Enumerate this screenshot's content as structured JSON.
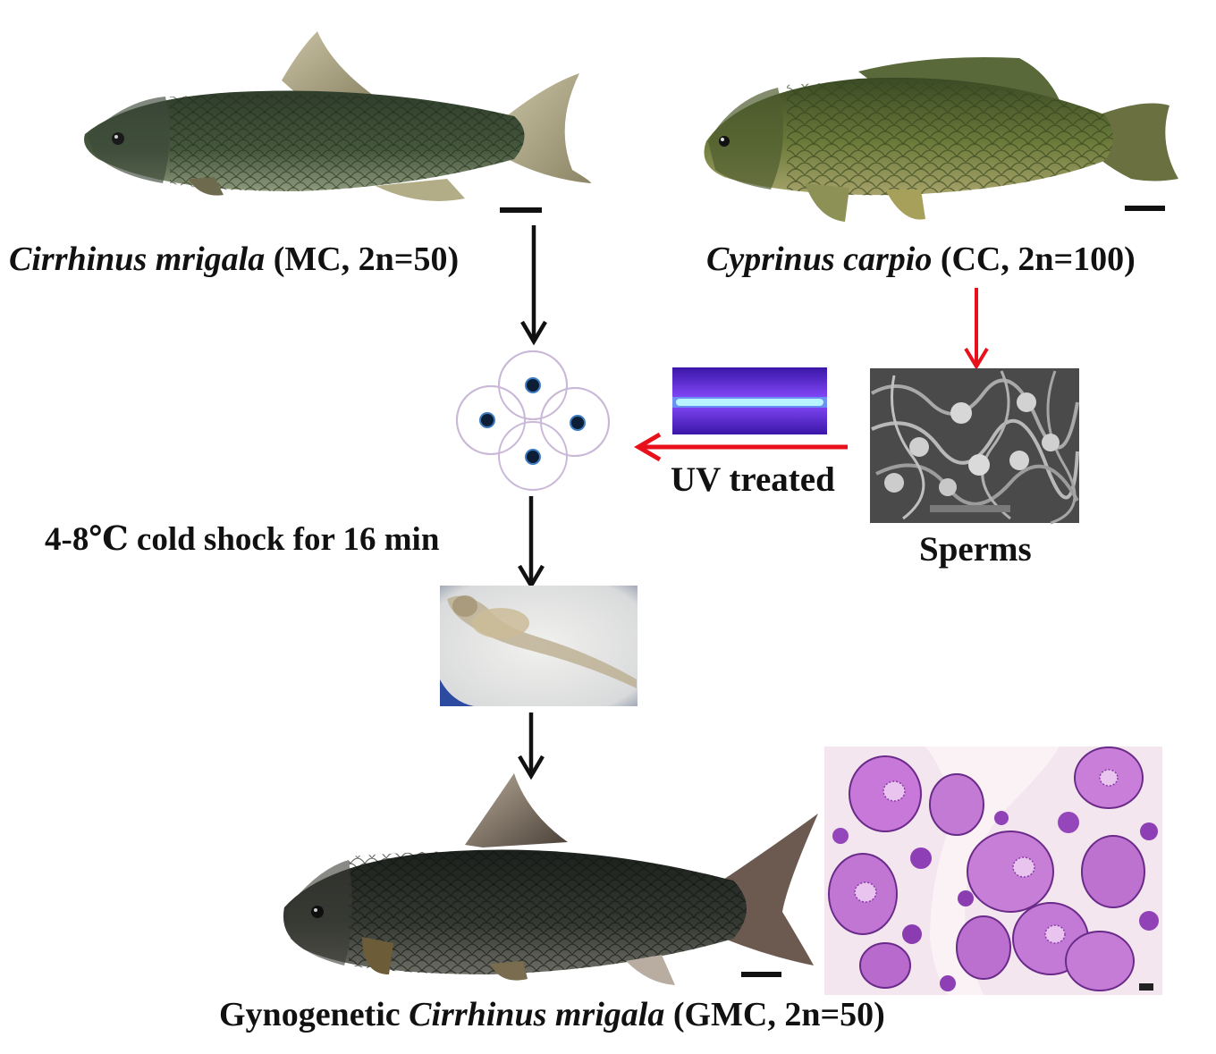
{
  "labels": {
    "mc_species": "Cirrhinus mrigala",
    "mc_info": " (MC, 2n=50)",
    "cc_species": "Cyprinus carpio",
    "cc_info": " (CC, 2n=100)",
    "uv_treated": "UV treated",
    "sperms": "Sperms",
    "cold_shock": "4-8℃ cold shock for 16 min",
    "gmc_prefix": "Gynogenetic ",
    "gmc_species": "Cirrhinus mrigala",
    "gmc_info": " (GMC, 2n=50)"
  },
  "colors": {
    "process_arrow": "#111111",
    "sperm_arrow": "#e8101a",
    "uv_glow": "#7a3cff",
    "histology": "#b65ad6"
  },
  "icons": {
    "mc_fish": "mrigal-fish-photo",
    "cc_fish": "common-carp-photo",
    "gmc_fish": "gynogenetic-mrigal-photo",
    "eggs": "four-egg-cells",
    "uv_lamp": "uv-lamp-photo",
    "sperm_sem": "sperm-sem-micrograph",
    "larva": "larva-micrograph",
    "ovary": "ovary-histology-micrograph"
  }
}
